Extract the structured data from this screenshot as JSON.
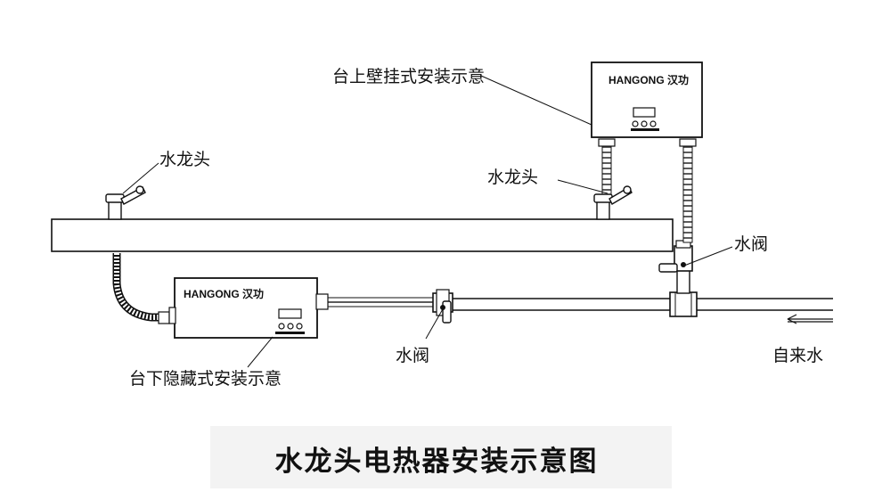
{
  "title": "水龙头电热器安装示意图",
  "labels": {
    "wall_mount": "台上壁挂式安装示意",
    "under_counter": "台下隐藏式安装示意",
    "faucet_left": "水龙头",
    "faucet_right": "水龙头",
    "valve_upper": "水阀",
    "valve_lower": "水阀",
    "tap_water": "自来水"
  },
  "heater": {
    "brand": "HANGONG 汉功",
    "icon": "heater-unit-icon"
  },
  "colors": {
    "line": "#111111",
    "background": "#ffffff",
    "title_band": "#f3f3f3"
  }
}
